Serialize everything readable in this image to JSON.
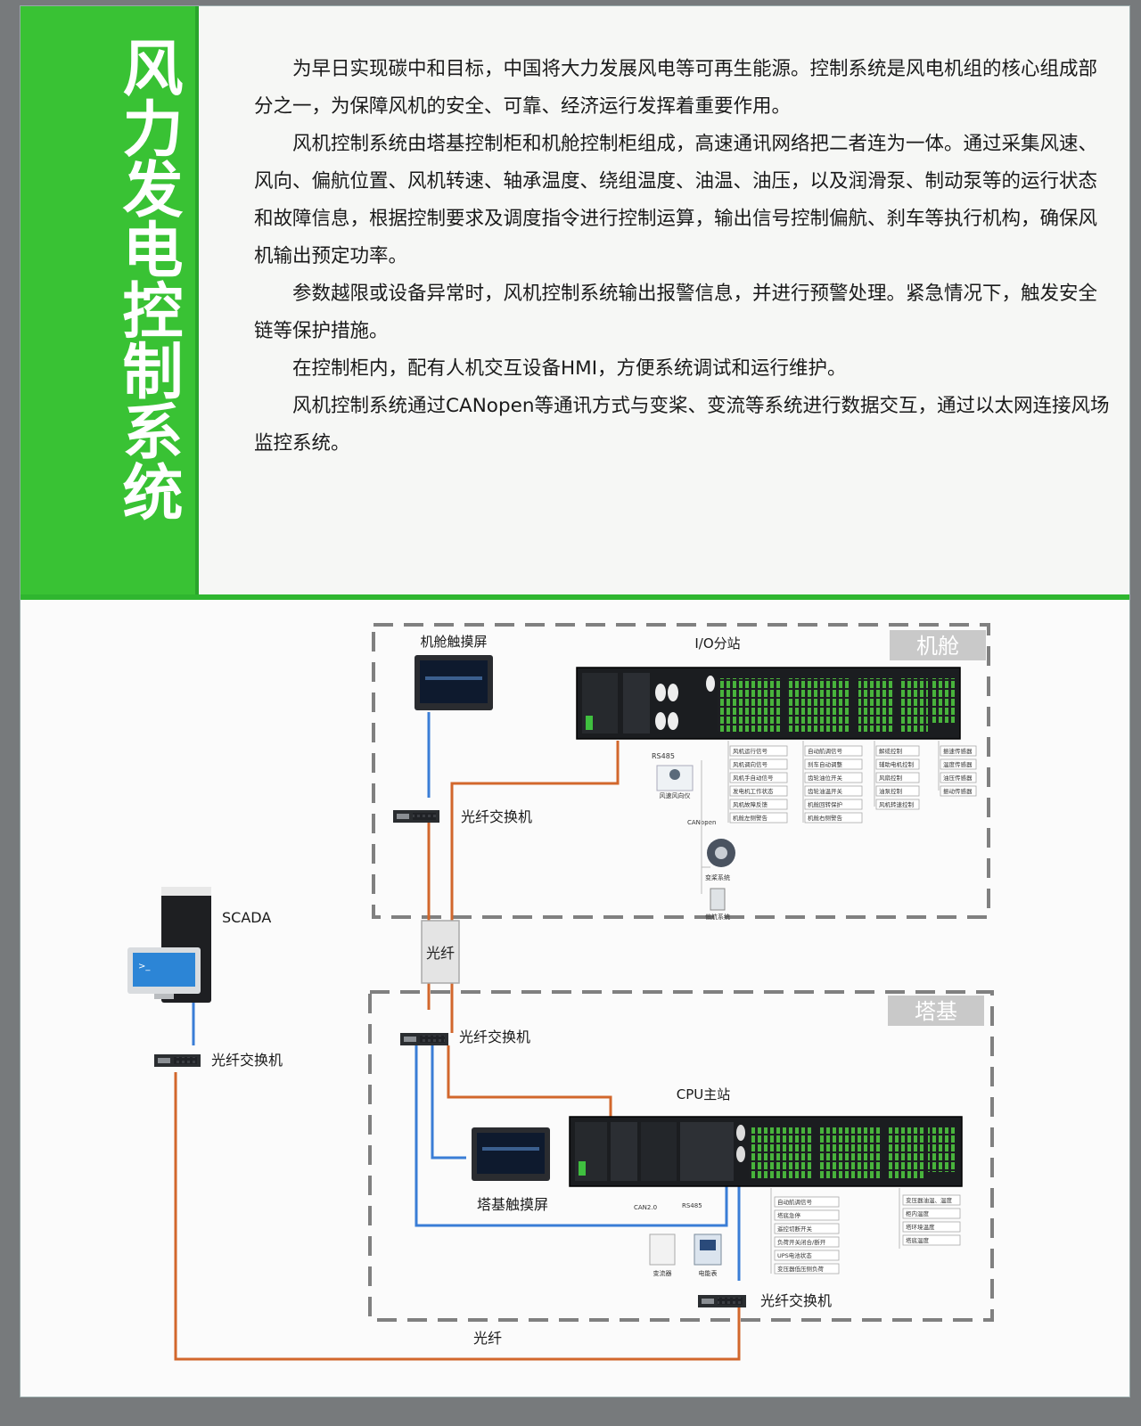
{
  "title": "风力发电控制系统",
  "intro_paragraphs": [
    "为早日实现碳中和目标，中国将大力发展风电等可再生能源。控制系统是风电机组的核心组成部分之一，为保障风机的安全、可靠、经济运行发挥着重要作用。",
    "风机控制系统由塔基控制柜和机舱控制柜组成，高速通讯网络把二者连为一体。通过采集风速、风向、偏航位置、风机转速、轴承温度、绕组温度、油温、油压，以及润滑泵、制动泵等的运行状态和故障信息，根据控制要求及调度指令进行控制运算，输出信号控制偏航、刹车等执行机构，确保风机输出预定功率。",
    "参数越限或设备异常时，风机控制系统输出报警信息，并进行预警处理。紧急情况下，触发安全链等保护措施。",
    "在控制柜内，配有人机交互设备HMI，方便系统调试和运行维护。",
    "风机控制系统通过CANopen等通讯方式与变桨、变流等系统进行数据交互，通过以太网连接风场监控系统。"
  ],
  "diagram": {
    "nacelle": {
      "zone_label": "机舱",
      "touchscreen_label": "机舱触摸屏",
      "io_label": "I/O分站",
      "switch_label": "光纤交换机",
      "rs485_label": "RS485",
      "canopen_label": "CANopen",
      "device_labels": [
        "风速风向仪",
        "变桨系统",
        "偏航系统"
      ],
      "signal_groups": [
        [
          "风机运行信号",
          "风机调向信号",
          "风机手自动信号",
          "发电机工作状态",
          "风机故障反馈",
          "机舱左侧警告"
        ],
        [
          "自动航调信号",
          "刹车自动调整",
          "齿轮油位开关",
          "齿轮油温开关",
          "机舱回转保护",
          "机舱右侧警告"
        ],
        [
          "解缆控制",
          "辅助电机控制",
          "风扇控制",
          "油泵控制",
          "风机转速控制"
        ],
        [
          "振速传感器",
          "温度传感器",
          "油压传感器",
          "振动传感器"
        ]
      ]
    },
    "fiber_label": "光纤",
    "tower": {
      "zone_label": "塔基",
      "switch_label": "光纤交换机",
      "cpu_label": "CPU主站",
      "touchscreen_label": "塔基触摸屏",
      "bottom_switch_label": "光纤交换机",
      "can_label": "CAN2.0",
      "rs485_label": "RS485",
      "device_labels": [
        "变流器",
        "电能表"
      ],
      "signal_groups": [
        [
          "自动航调信号",
          "塔底急停",
          "遥控切断开关",
          "负荷开关闭合/断开",
          "UPS电池状态",
          "变压器低压侧负荷"
        ],
        [
          "变压器油温、温度",
          "柜内温度",
          "塔环境温度",
          "塔底温度"
        ]
      ]
    },
    "scada": {
      "label": "SCADA",
      "switch_label": "光纤交换机"
    },
    "bottom_fiber_label": "光纤",
    "colors": {
      "fiber": "#d2672c",
      "ethernet": "#3a7dd6",
      "zone_border": "#808080",
      "title_green": "#39c234",
      "plc_green": "#47b43a"
    }
  }
}
